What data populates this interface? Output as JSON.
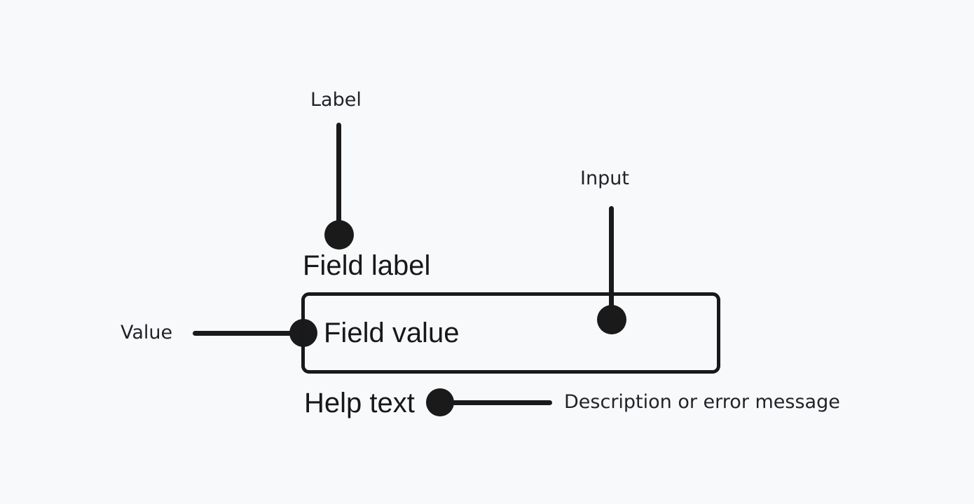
{
  "page": {
    "background": "#f8f9fa"
  },
  "diagram": {
    "title": "form-field-anatomy",
    "annotations": {
      "label": "Label",
      "input": "Input",
      "value": "Value",
      "help_description": "Description or error message"
    },
    "field": {
      "label": "Field label",
      "value": "Field value",
      "help": "Help text"
    },
    "colors": {
      "line": "#1a1a1a",
      "annotation_text": "#212329",
      "field_text": "#17181b",
      "box_border": "#17191c",
      "background": "#f8f9fa"
    }
  }
}
